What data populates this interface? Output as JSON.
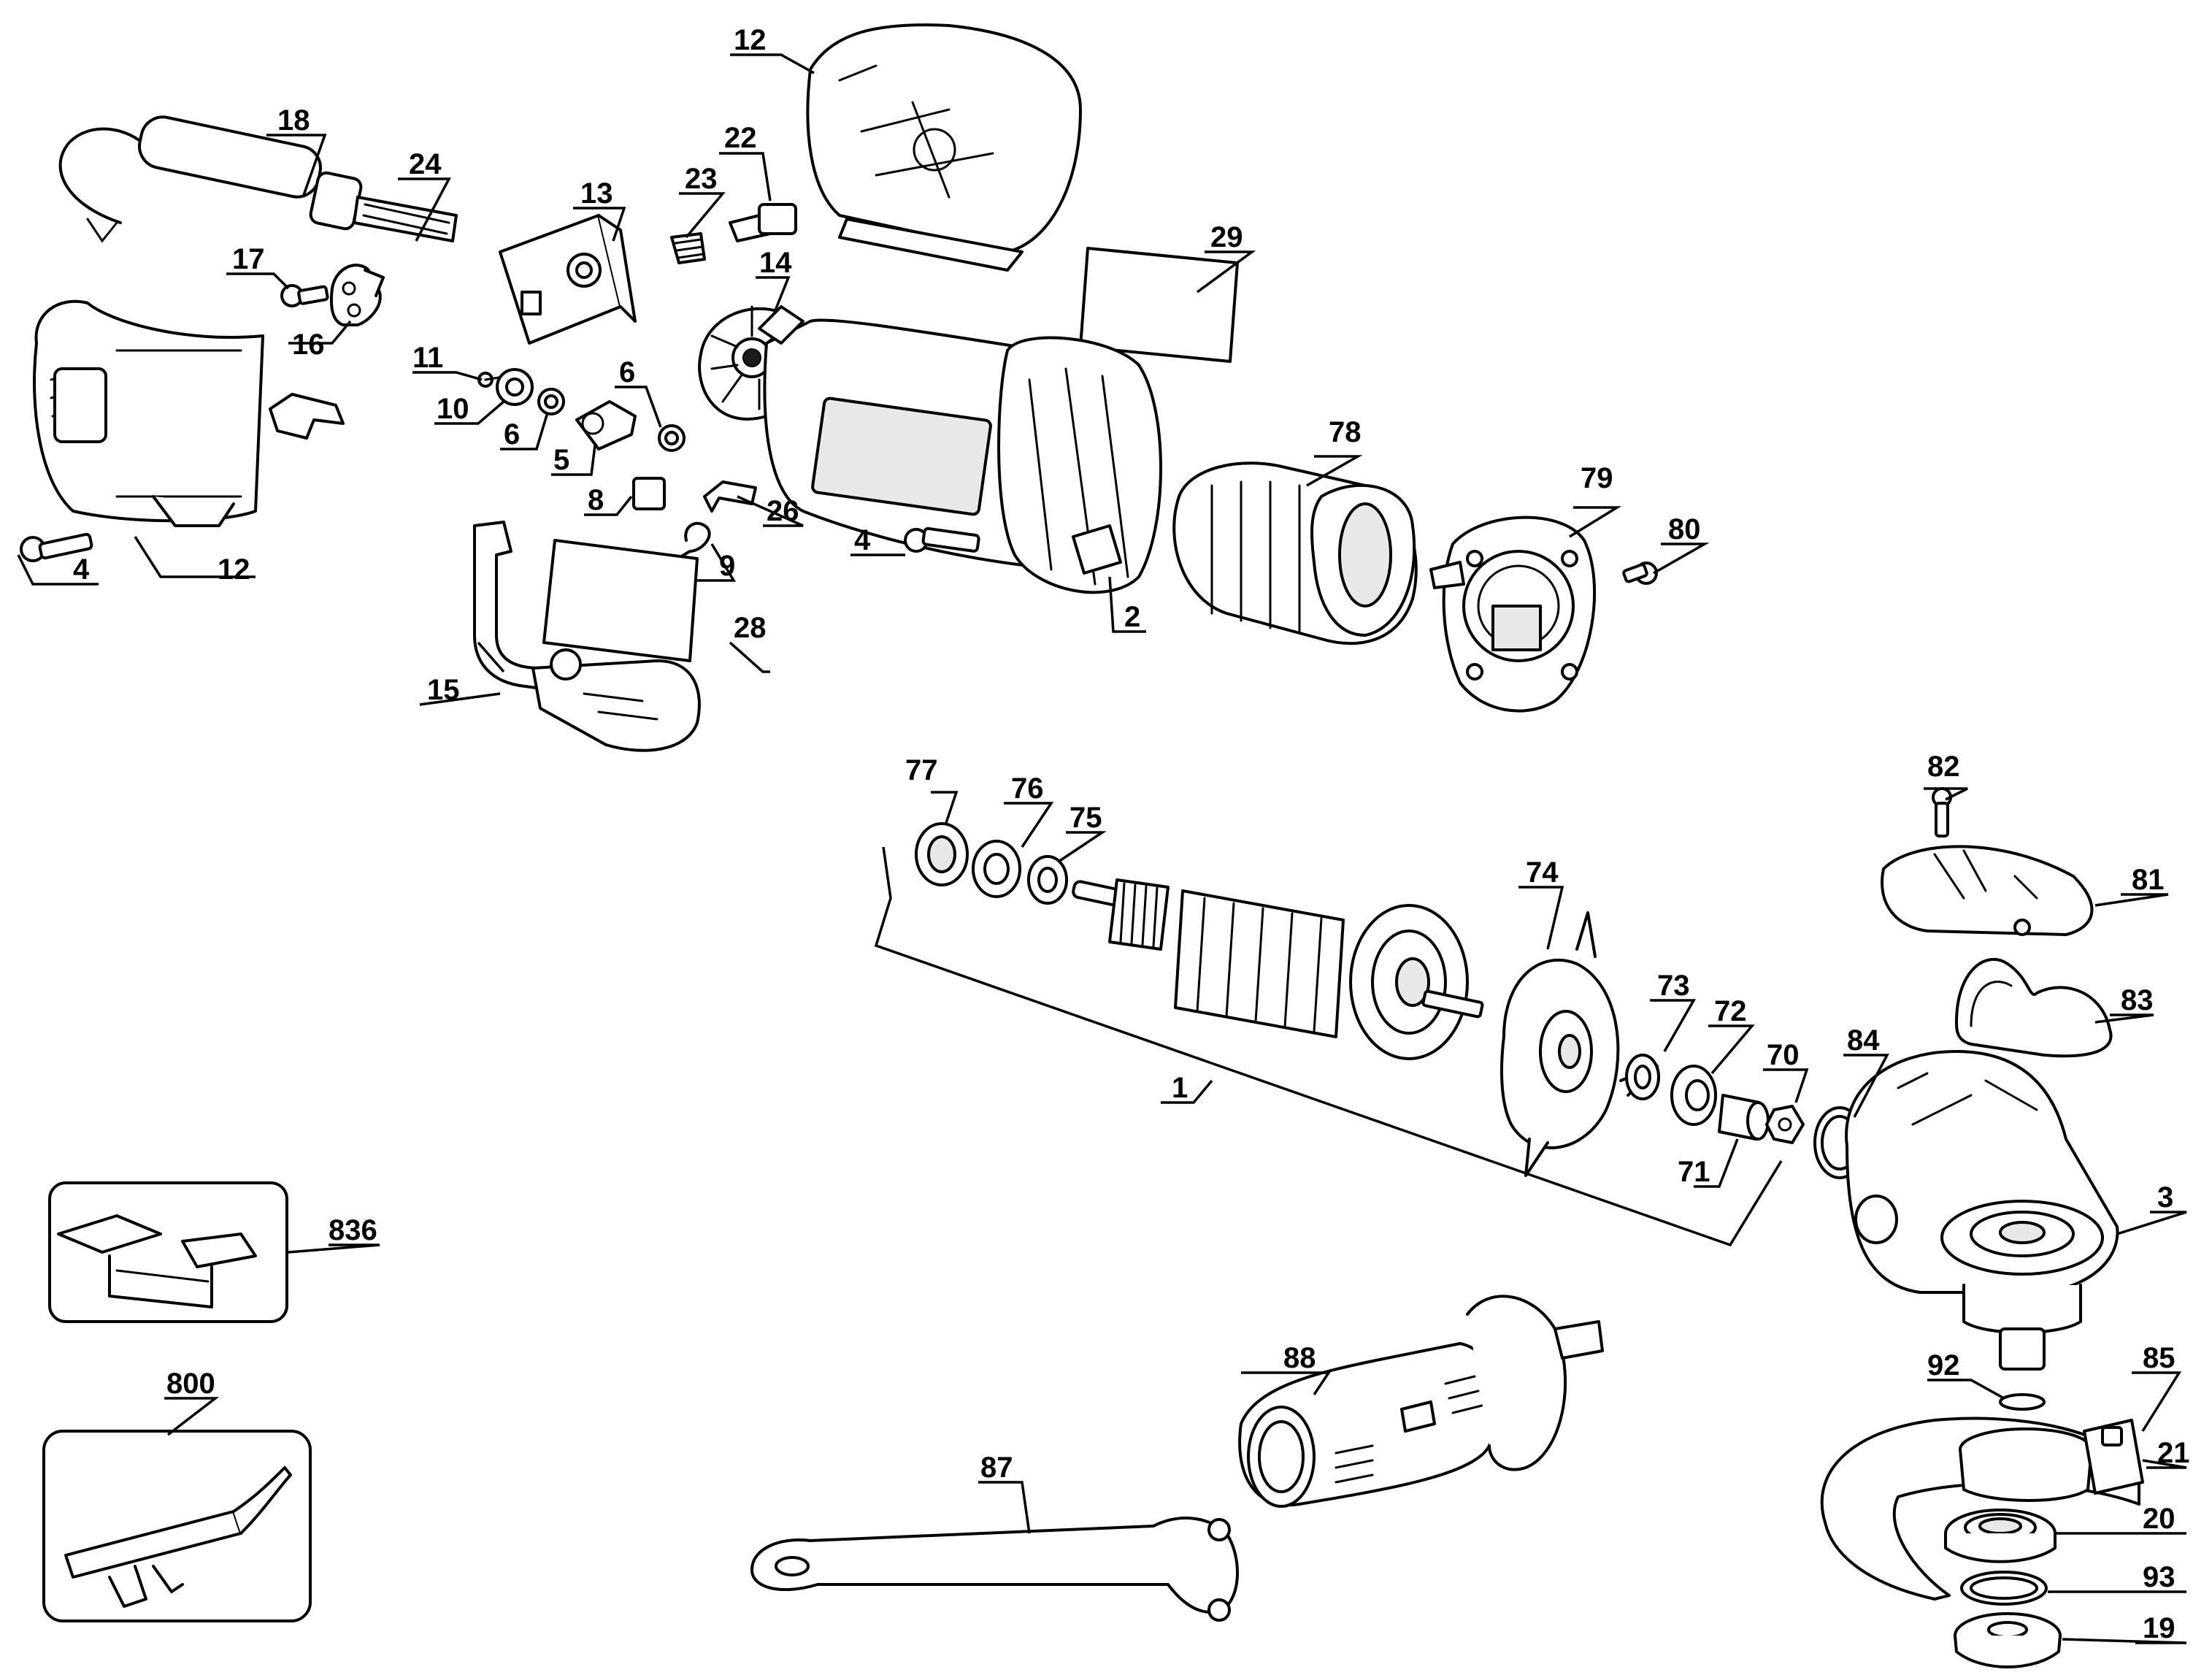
{
  "callouts": [
    "1",
    "2",
    "3",
    "4",
    "4",
    "5",
    "6",
    "6",
    "8",
    "9",
    "10",
    "11",
    "12",
    "12",
    "13",
    "14",
    "15",
    "16",
    "17",
    "18",
    "19",
    "20",
    "21",
    "22",
    "23",
    "24",
    "26",
    "28",
    "29",
    "70",
    "71",
    "72",
    "73",
    "74",
    "75",
    "76",
    "77",
    "78",
    "79",
    "80",
    "81",
    "82",
    "83",
    "84",
    "85",
    "87",
    "88",
    "92",
    "93",
    "800",
    "836"
  ]
}
